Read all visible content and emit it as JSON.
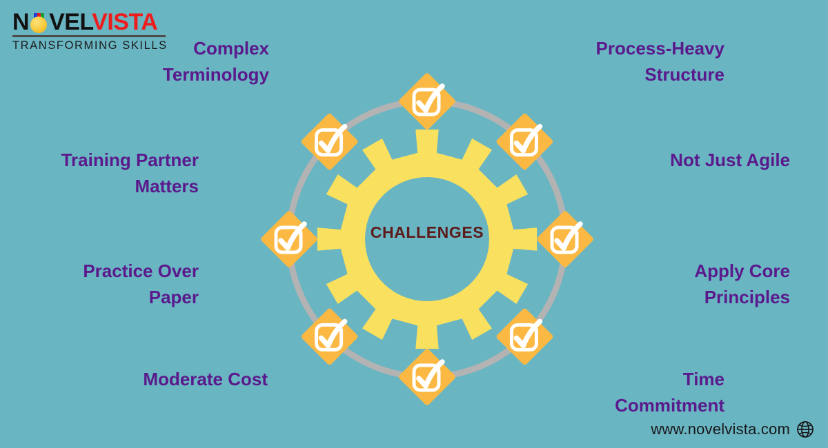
{
  "brand": {
    "logo": {
      "word_part1": "N",
      "word_part2": "VEL",
      "word_part3": "VISTA",
      "medal_icon": "gold-medal-icon",
      "tagline": "TRANSFORMING SKILLS"
    }
  },
  "diagram": {
    "center_label": "CHALLENGES",
    "center_icon": "gear-icon",
    "ring_color": "#b3b3b3",
    "gear_color": "#f9e05e",
    "node_color": "#fbb842",
    "node_icon": "checkbox-check-icon",
    "node_count": 8
  },
  "theme": {
    "background": "#6ab5c2",
    "label_color": "#5a1a8c",
    "center_text_color": "#5d1a1a",
    "accent_orange": "#fbb842",
    "accent_yellow": "#f9e05e",
    "logo_red": "#ee1c1c",
    "logo_black": "#111111"
  },
  "labels": {
    "complex_terminology": "Complex\nTerminology",
    "training_partner_matters": "Training Partner\nMatters",
    "practice_over_paper": "Practice Over\nPaper",
    "moderate_cost": "Moderate Cost",
    "process_heavy_structure": "Process-Heavy\nStructure",
    "not_just_agile": "Not Just Agile",
    "apply_core_principles": "Apply Core\nPrinciples",
    "time_commitment": "Time\nCommitment"
  },
  "footer": {
    "url": "www.novelvista.com",
    "icon": "globe-icon"
  }
}
